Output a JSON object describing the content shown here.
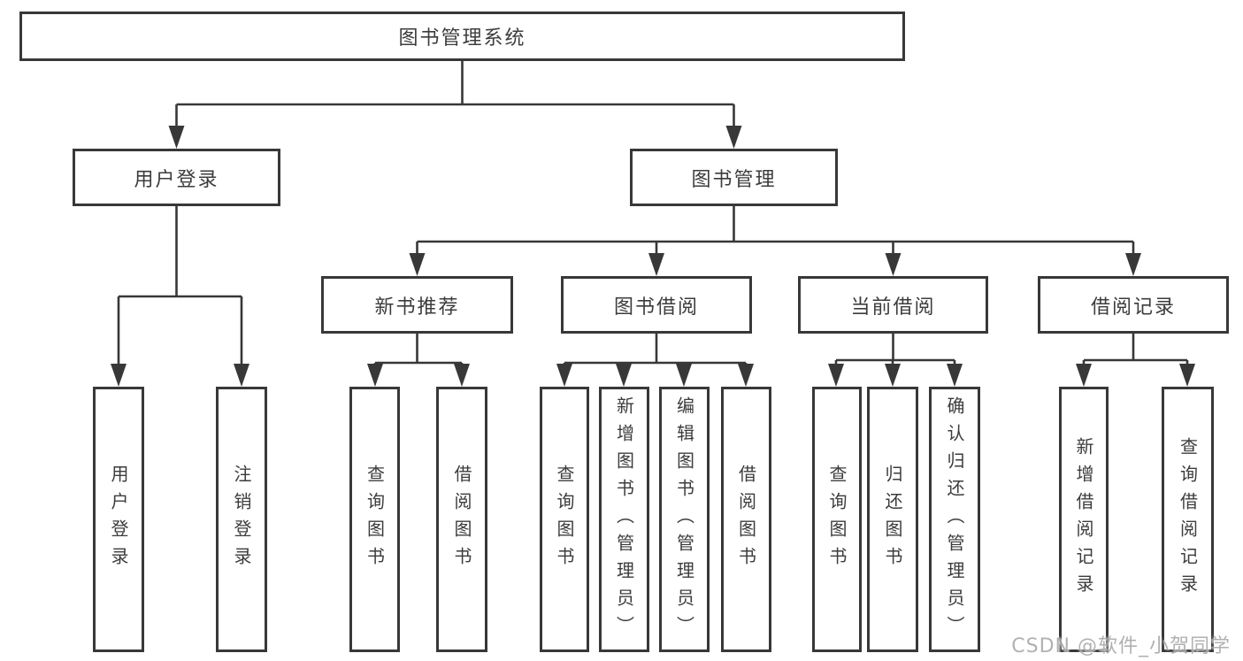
{
  "colors": {
    "line": "#383838",
    "border": "#383838",
    "text": "#3c3c3c",
    "watermark": "#ababab",
    "background": "#ffffff"
  },
  "root": {
    "label": "图书管理系统"
  },
  "level2": [
    {
      "label": "用户登录"
    },
    {
      "label": "图书管理"
    }
  ],
  "level3": [
    {
      "label": "新书推荐"
    },
    {
      "label": "图书借阅"
    },
    {
      "label": "当前借阅"
    },
    {
      "label": "借阅记录"
    }
  ],
  "leaves": [
    {
      "label": "用户登录"
    },
    {
      "label": "注销登录"
    },
    {
      "label": "查询图书"
    },
    {
      "label": "借阅图书"
    },
    {
      "label": "查询图书"
    },
    {
      "label": "新增图书（管理员）"
    },
    {
      "label": "编辑图书（管理员）"
    },
    {
      "label": "借阅图书"
    },
    {
      "label": "查询图书"
    },
    {
      "label": "归还图书"
    },
    {
      "label": "确认归还（管理员）"
    },
    {
      "label": "新增借阅记录"
    },
    {
      "label": "查询借阅记录"
    }
  ],
  "watermark": {
    "text": "CSDN @软件_小贺同学"
  }
}
